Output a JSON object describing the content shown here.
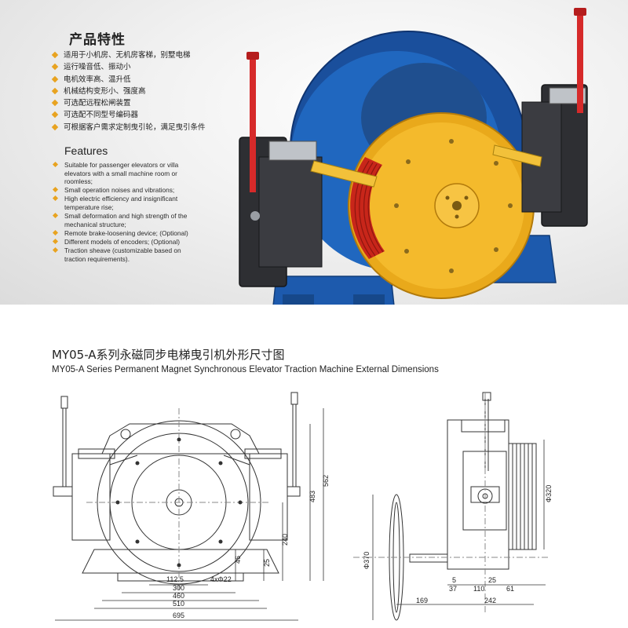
{
  "features_cn": {
    "title": "产品特性",
    "items": [
      "适用于小机房、无机房客梯，别墅电梯",
      "运行噪音低、振动小",
      "电机效率高、温升低",
      "机械结构变形小、强度高",
      "可选配远程松闸装置",
      "可选配不同型号编码器",
      "可根据客户需求定制曳引轮，满足曳引条件"
    ]
  },
  "features_en": {
    "title": "Features",
    "items": [
      [
        "Suitable for passenger elevators or villa",
        "elevators with a small machine room or",
        "roomless;"
      ],
      [
        "Small operation noises and vibrations;"
      ],
      [
        "High electric efficiency and insignificant",
        "temperature rise;"
      ],
      [
        "Small deformation and high strength of the",
        "mechanical structure;"
      ],
      [
        "Remote brake-loosening device; (Optional)"
      ],
      [
        "Different models of encoders; (Optional)"
      ],
      [
        "Traction sheave (customizable based on",
        "traction requirements)."
      ]
    ]
  },
  "drawing": {
    "title_cn": "MY05-A系列永磁同步电梯曳引机外形尺寸图",
    "title_en": "MY05-A Series Permanent Magnet Synchronous Elevator Traction Machine External Dimensions",
    "front_dims": {
      "h562": "562",
      "h483": "483",
      "h240": "240",
      "h46": "46",
      "h25": "25",
      "w112": "112.5",
      "holes": "4xΦ22",
      "w300": "300",
      "w460": "460",
      "w510": "510",
      "w695": "695"
    },
    "side_dims": {
      "d320": "Φ320",
      "d370": "Φ370",
      "w5": "5",
      "w37": "37",
      "w110": "110",
      "w25": "25",
      "w61": "61",
      "w169": "169",
      "w242": "242"
    }
  },
  "colors": {
    "bullet": "#e8a320",
    "housing_blue": "#1f63b8",
    "sheave_yellow": "#f2b526",
    "rope_red": "#c8261a",
    "lever_red": "#d62a2a",
    "brake_dark": "#2e2f33"
  }
}
